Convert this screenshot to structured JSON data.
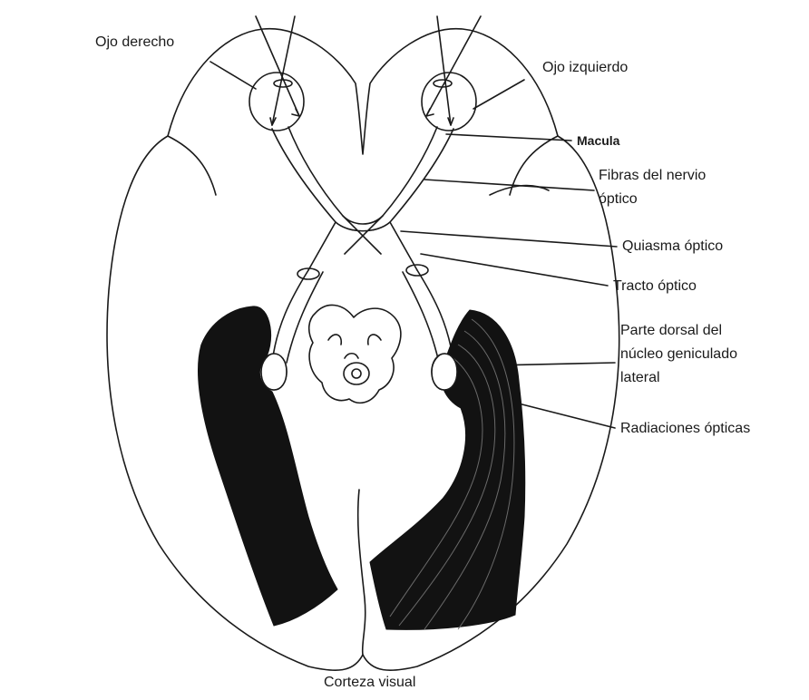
{
  "labels": {
    "ojo_derecho": "Ojo derecho",
    "ojo_izquierdo": "Ojo izquierdo",
    "macula": "Macula",
    "fibras_line1": "Fibras del nervio",
    "fibras_line2": "óptico",
    "quiasma": "Quiasma óptico",
    "tracto": "Tracto óptico",
    "dorsal_line1": "Parte dorsal del",
    "dorsal_line2": "núcleo geniculado",
    "dorsal_line3": "lateral",
    "radiaciones": "Radiaciones ópticas",
    "corteza": "Corteza visual"
  },
  "colors": {
    "ink": "#1a1a1a",
    "paper": "#ffffff",
    "fill_dark": "#121212"
  }
}
